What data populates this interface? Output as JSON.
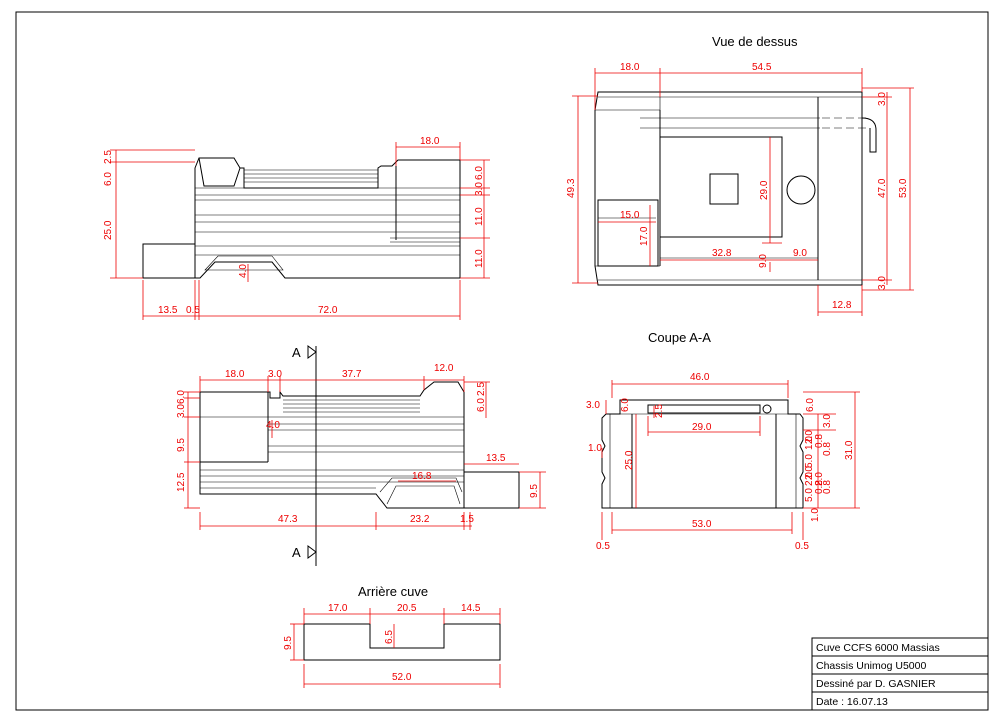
{
  "views": {
    "top": "Vue de dessus",
    "section": "Coupe A-A",
    "rear": "Arrière cuve"
  },
  "section_marker": "A",
  "title_block": {
    "line1": "Cuve CCFS 6000 Massias",
    "line2": "Chassis Unimog U5000",
    "line3": "Dessiné par D. GASNIER",
    "line4": "Date : 16.07.13"
  },
  "dims": {
    "side": [
      "18.0",
      "6.0",
      "2.5",
      "25.0",
      "3.0",
      "6.0",
      "11.0",
      "11.0",
      "4.0",
      "13.5",
      "0.5",
      "72.0"
    ],
    "top": [
      "18.0",
      "54.5",
      "49.3",
      "3.0",
      "47.0",
      "53.0",
      "29.0",
      "15.0",
      "17.0",
      "32.8",
      "9.0",
      "9.0",
      "3.0",
      "12.8"
    ],
    "front": [
      "18.0",
      "3.0",
      "37.7",
      "12.0",
      "6.0",
      "2.5",
      "3.0",
      "6.0",
      "9.5",
      "4.0",
      "12.5",
      "16.8",
      "13.5",
      "9.5",
      "47.3",
      "23.2",
      "1.5"
    ],
    "section": [
      "46.0",
      "3.0",
      "6.0",
      "2.5",
      "6.0",
      "29.0",
      "3.0",
      "1.0",
      "25.0",
      "2.0",
      "2.0",
      "1.0",
      "0.8",
      "0.8",
      "5.0",
      "5.0",
      "2.0",
      "2.0",
      "0.8",
      "0.8",
      "31.0",
      "53.0",
      "1.0",
      "0.5",
      "0.5"
    ],
    "rear": [
      "17.0",
      "20.5",
      "14.5",
      "9.5",
      "6.5",
      "52.0"
    ]
  }
}
